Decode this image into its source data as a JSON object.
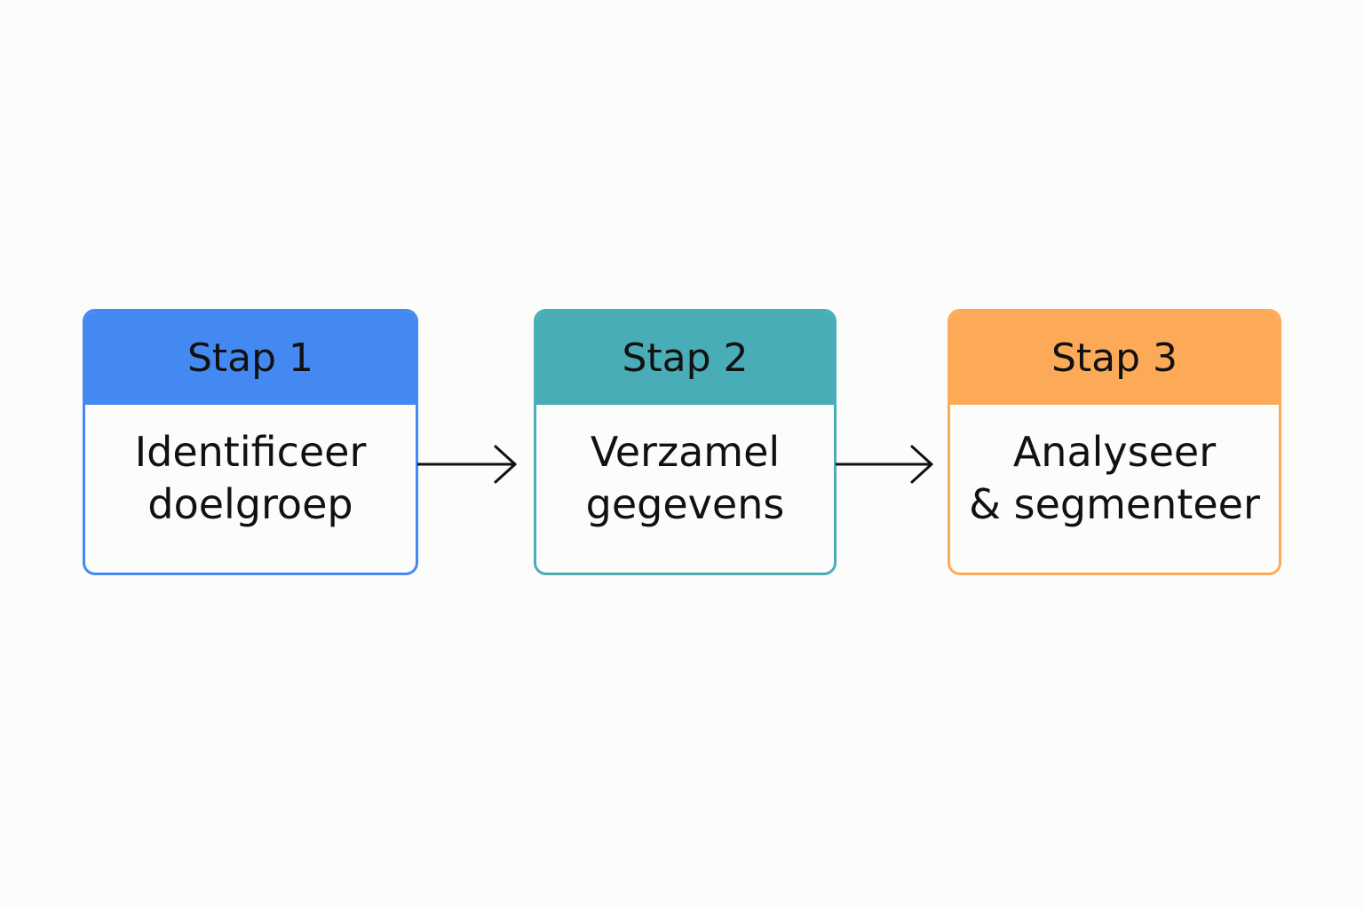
{
  "steps": [
    {
      "title": "Stap 1",
      "lines": [
        "Identificeer",
        "doelgroep"
      ],
      "color": "#4489f1"
    },
    {
      "title": "Stap 2",
      "lines": [
        "Verzamel",
        "gegevens"
      ],
      "color": "#48adb7"
    },
    {
      "title": "Stap 3",
      "lines": [
        "Analyseer",
        "& segmenteer"
      ],
      "color": "#fdaa58"
    }
  ],
  "arrow_color": "#111111"
}
